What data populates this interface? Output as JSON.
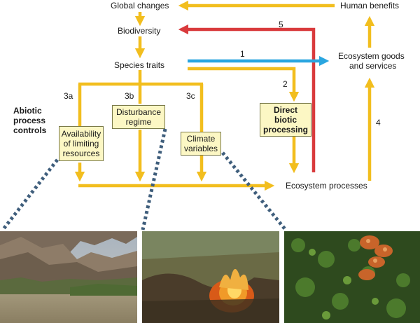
{
  "nodes": {
    "global_changes": "Global changes",
    "human_benefits": "Human benefits",
    "biodiversity": "Biodiversity",
    "species_traits": "Species traits",
    "ecosystem_goods_line1": "Ecosystem goods",
    "ecosystem_goods_line2": "and services",
    "ecosystem_processes": "Ecosystem processes",
    "abiotic_line1": "Abiotic",
    "abiotic_line2": "process",
    "abiotic_line3": "controls"
  },
  "boxes": {
    "availability": [
      "Availability",
      "of limiting",
      "resources"
    ],
    "disturbance": [
      "Disturbance",
      "regime"
    ],
    "climate": [
      "Climate",
      "variables"
    ],
    "direct": [
      "Direct",
      "biotic",
      "processing"
    ]
  },
  "numbers": {
    "n1": "1",
    "n2": "2",
    "n3a": "3a",
    "n3b": "3b",
    "n3c": "3c",
    "n4": "4",
    "n5": "5"
  },
  "colors": {
    "yellow": "#f2be1e",
    "red": "#d93a3c",
    "blue": "#2aa6e0",
    "dotted": "#3f5e7c",
    "box_fill": "#fcf7c4"
  },
  "photos": [
    {
      "name": "river-canyon-photo"
    },
    {
      "name": "grass-fire-photo"
    },
    {
      "name": "moss-fungi-photo"
    }
  ]
}
